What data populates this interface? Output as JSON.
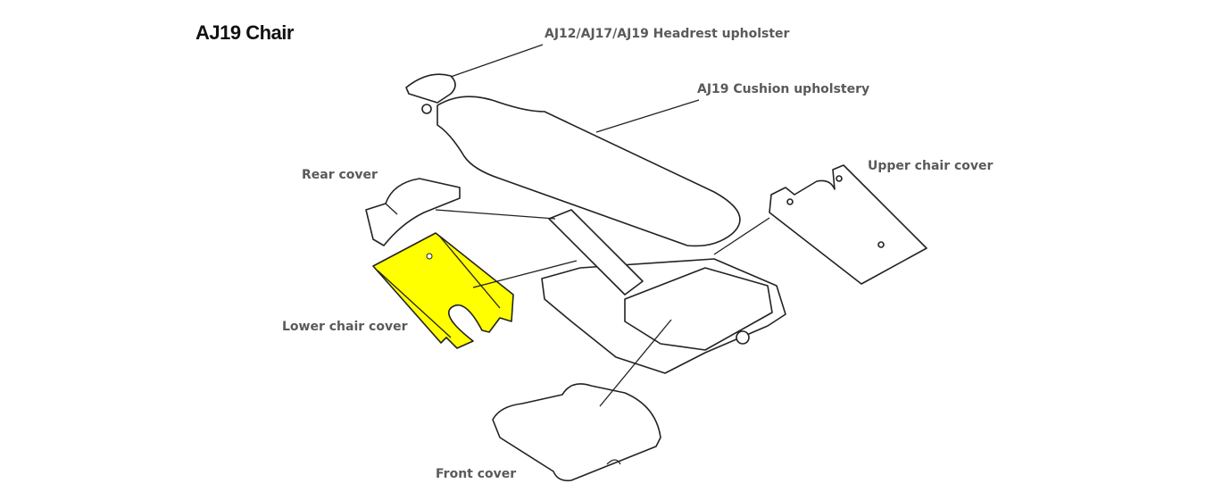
{
  "title": "AJ19 Chair",
  "highlight_color": "#ffff00",
  "parts": [
    {
      "id": "headrest",
      "label": "AJ12/AJ17/AJ19 Headrest upholster"
    },
    {
      "id": "cushion",
      "label": "AJ19 Cushion upholstery"
    },
    {
      "id": "upper-cover",
      "label": "Upper chair cover"
    },
    {
      "id": "rear-cover",
      "label": "Rear cover"
    },
    {
      "id": "lower-cover",
      "label": "Lower chair cover",
      "highlighted": true
    },
    {
      "id": "front-cover",
      "label": "Front cover"
    }
  ]
}
